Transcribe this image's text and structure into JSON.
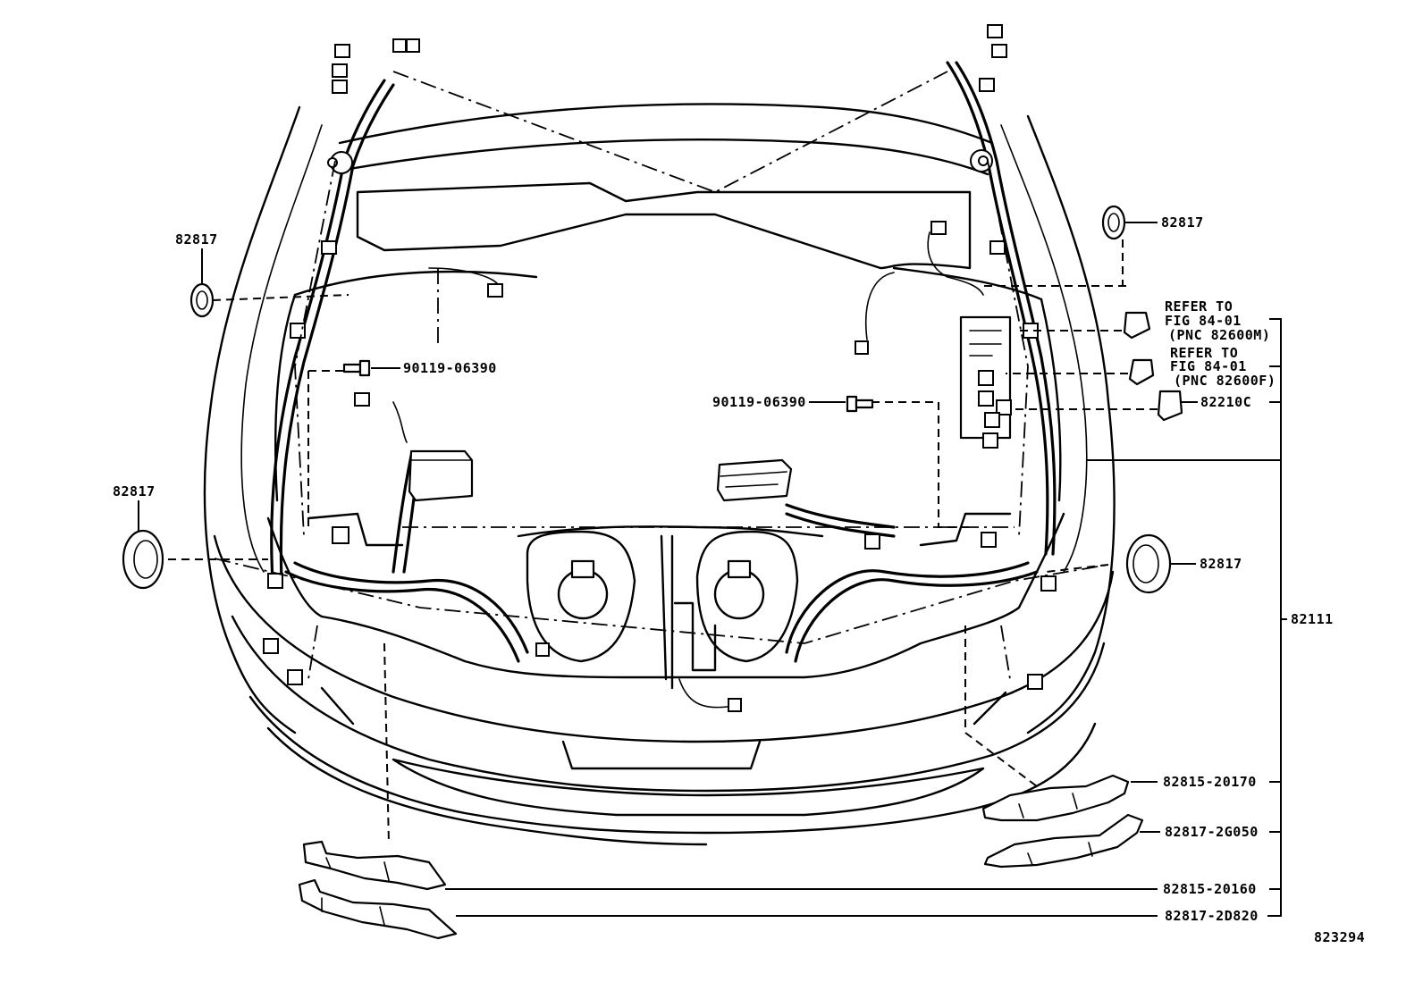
{
  "labels": {
    "grommet_upper_left": "82817",
    "grommet_upper_right": "82817",
    "grommet_mid_left": "82817",
    "grommet_mid_right": "82817",
    "bolt_left": "90119-06390",
    "bolt_right": "90119-06390",
    "refer_1_line1": "REFER TO",
    "refer_1_line2": "FIG 84-01",
    "refer_1_line3": "(PNC 82600M)",
    "refer_2_line1": "REFER TO",
    "refer_2_line2": "FIG 84-01",
    "refer_2_line3": "(PNC 82600F)",
    "relay": "82210C",
    "harness_main": "82111",
    "protector_r1": "82815-20170",
    "protector_r2": "82817-2G050",
    "protector_l1": "82815-20160",
    "protector_l2": "82817-2D820",
    "figure_number": "823294"
  }
}
